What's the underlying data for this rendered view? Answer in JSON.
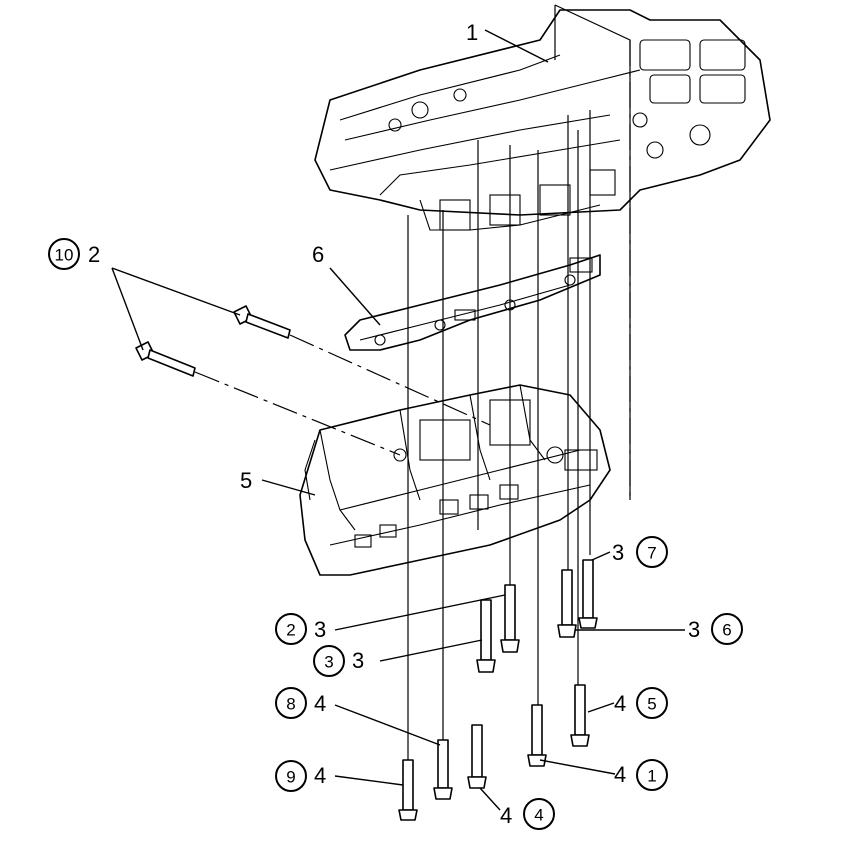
{
  "callouts": {
    "c1": "1",
    "c2": "2",
    "c3a": "3",
    "c3b": "3",
    "c3c": "3",
    "c3d": "3",
    "c4a": "4",
    "c4b": "4",
    "c4c": "4",
    "c4d": "4",
    "c4e": "4",
    "c5": "5",
    "c6": "6"
  },
  "sequence": {
    "s10": "10",
    "s7": "7",
    "s6": "6",
    "s2": "2",
    "s3": "3",
    "s5": "5",
    "s8": "8",
    "s1": "1",
    "s9": "9",
    "s4": "4"
  }
}
